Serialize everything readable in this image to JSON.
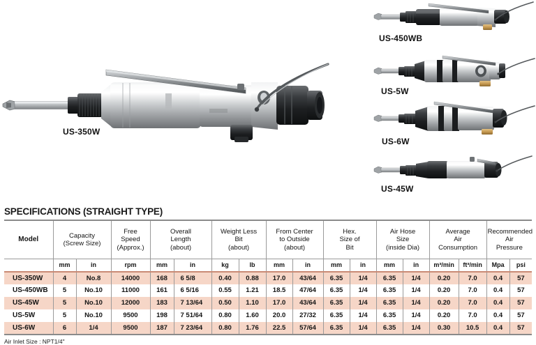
{
  "products": [
    {
      "id": "main",
      "label": "US-350W",
      "style": "hero"
    },
    {
      "id": "p1",
      "label": "US-450WB",
      "style": "thumb"
    },
    {
      "id": "p2",
      "label": "US-5W",
      "style": "thumb"
    },
    {
      "id": "p3",
      "label": "US-6W",
      "style": "thumb"
    },
    {
      "id": "p4",
      "label": "US-45W",
      "style": "thumb"
    }
  ],
  "spec": {
    "title": "SPECIFICATIONS (STRAIGHT TYPE)",
    "footnote": "Air Inlet Size : NPT1/4\"",
    "groups": [
      {
        "label": "Model",
        "span": 1,
        "lines": [
          "Model"
        ]
      },
      {
        "label": "Capacity (Screw Size)",
        "span": 2,
        "lines": [
          "Capacity",
          "(Screw Size)"
        ]
      },
      {
        "label": "Free Speed (Approx.)",
        "span": 1,
        "lines": [
          "Free",
          "Speed",
          "(Approx.)"
        ]
      },
      {
        "label": "Overall Length (about)",
        "span": 2,
        "lines": [
          "Overall",
          "Length",
          "(about)"
        ]
      },
      {
        "label": "Weight Less Bit (about)",
        "span": 2,
        "lines": [
          "Weight Less",
          "Bit",
          "(about)"
        ]
      },
      {
        "label": "From Center to Outside (about)",
        "span": 2,
        "lines": [
          "From Center",
          "to Outside",
          "(about)"
        ]
      },
      {
        "label": "Hex. Size of Bit",
        "span": 2,
        "lines": [
          "Hex.",
          "Size of",
          "Bit"
        ]
      },
      {
        "label": "Air Hose Size (inside Dia)",
        "span": 2,
        "lines": [
          "Air Hose",
          "Size",
          "(inside Dia)"
        ]
      },
      {
        "label": "Average Air Consumption",
        "span": 2,
        "lines": [
          "Average",
          "Air",
          "Consumption"
        ]
      },
      {
        "label": "Recommended Air Pressure",
        "span": 2,
        "lines": [
          "Recommended",
          "Air",
          "Pressure"
        ]
      }
    ],
    "units": [
      "",
      "mm",
      "in",
      "rpm",
      "mm",
      "in",
      "kg",
      "lb",
      "mm",
      "in",
      "mm",
      "in",
      "mm",
      "in",
      "m³/min",
      "ft³/min",
      "Mpa",
      "psi"
    ],
    "rows": [
      {
        "model": "US-350W",
        "cells": [
          "4",
          "No.8",
          "14000",
          "168",
          "6 5/8",
          "0.40",
          "0.88",
          "17.0",
          "43/64",
          "6.35",
          "1/4",
          "6.35",
          "1/4",
          "0.20",
          "7.0",
          "0.4",
          "57"
        ]
      },
      {
        "model": "US-450WB",
        "cells": [
          "5",
          "No.10",
          "11000",
          "161",
          "6 5/16",
          "0.55",
          "1.21",
          "18.5",
          "47/64",
          "6.35",
          "1/4",
          "6.35",
          "1/4",
          "0.20",
          "7.0",
          "0.4",
          "57"
        ]
      },
      {
        "model": "US-45W",
        "cells": [
          "5",
          "No.10",
          "12000",
          "183",
          "7 13/64",
          "0.50",
          "1.10",
          "17.0",
          "43/64",
          "6.35",
          "1/4",
          "6.35",
          "1/4",
          "0.20",
          "7.0",
          "0.4",
          "57"
        ]
      },
      {
        "model": "US-5W",
        "cells": [
          "5",
          "No.10",
          "9500",
          "198",
          "7 51/64",
          "0.80",
          "1.60",
          "20.0",
          "27/32",
          "6.35",
          "1/4",
          "6.35",
          "1/4",
          "0.20",
          "7.0",
          "0.4",
          "57"
        ]
      },
      {
        "model": "US-6W",
        "cells": [
          "6",
          "1/4",
          "9500",
          "187",
          "7 23/64",
          "0.80",
          "1.76",
          "22.5",
          "57/64",
          "6.35",
          "1/4",
          "6.35",
          "1/4",
          "0.30",
          "10.5",
          "0.4",
          "57"
        ]
      }
    ]
  },
  "colors": {
    "row_highlight": "#f6d6c7",
    "border": "#9a9a9a",
    "accent_rule": "#c98a74",
    "text": "#141414",
    "metal_light": "#d8dadc",
    "metal_mid": "#a8abae",
    "metal_dark": "#3a3c3e",
    "brass": "#c79a52"
  }
}
